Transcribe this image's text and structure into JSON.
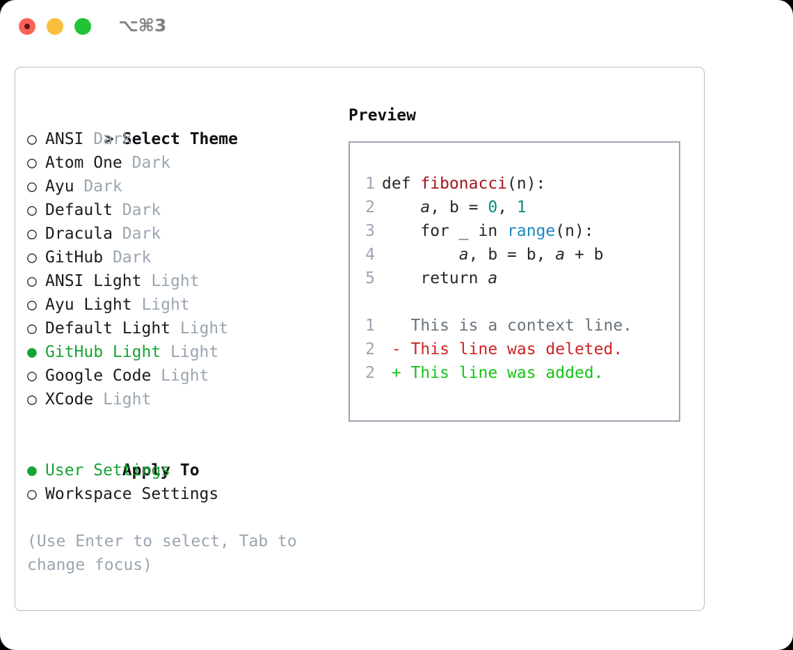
{
  "titlebar": {
    "shortcut": "⌥⌘3",
    "buttons": [
      {
        "name": "close",
        "color": "#fa6158"
      },
      {
        "name": "minimize",
        "color": "#f9be40"
      },
      {
        "name": "maximize",
        "color": "#22c436"
      }
    ]
  },
  "theme_picker": {
    "header_marker": ">",
    "header": "Select Theme",
    "items": [
      {
        "marker": "○",
        "name": "ANSI",
        "variant": "Dark",
        "selected": false
      },
      {
        "marker": "○",
        "name": "Atom One",
        "variant": "Dark",
        "selected": false
      },
      {
        "marker": "○",
        "name": "Ayu",
        "variant": "Dark",
        "selected": false
      },
      {
        "marker": "○",
        "name": "Default",
        "variant": "Dark",
        "selected": false
      },
      {
        "marker": "○",
        "name": "Dracula",
        "variant": "Dark",
        "selected": false
      },
      {
        "marker": "○",
        "name": "GitHub",
        "variant": "Dark",
        "selected": false
      },
      {
        "marker": "○",
        "name": "ANSI Light",
        "variant": "Light",
        "selected": false
      },
      {
        "marker": "○",
        "name": "Ayu Light",
        "variant": "Light",
        "selected": false
      },
      {
        "marker": "○",
        "name": "Default Light",
        "variant": "Light",
        "selected": false
      },
      {
        "marker": "●",
        "name": "GitHub Light",
        "variant": "Light",
        "selected": true
      },
      {
        "marker": "○",
        "name": "Google Code",
        "variant": "Light",
        "selected": false
      },
      {
        "marker": "○",
        "name": "XCode",
        "variant": "Light",
        "selected": false
      }
    ]
  },
  "apply_to": {
    "header": "Apply To",
    "items": [
      {
        "marker": "●",
        "name": "User Settings",
        "selected": true
      },
      {
        "marker": "○",
        "name": "Workspace Settings",
        "selected": false
      }
    ]
  },
  "hint": "(Use Enter to select, Tab to\nchange focus)",
  "preview": {
    "title": "Preview",
    "code_lines": [
      {
        "num": "1",
        "segments": [
          {
            "text": "def ",
            "style": "plain"
          },
          {
            "text": "fibonacci",
            "style": "fn"
          },
          {
            "text": "(n):",
            "style": "plain"
          }
        ]
      },
      {
        "num": "2",
        "segments": [
          {
            "text": "    ",
            "style": "plain"
          },
          {
            "text": "a",
            "style": "var"
          },
          {
            "text": ", b = ",
            "style": "plain"
          },
          {
            "text": "0",
            "style": "num"
          },
          {
            "text": ", ",
            "style": "plain"
          },
          {
            "text": "1",
            "style": "num"
          }
        ]
      },
      {
        "num": "3",
        "segments": [
          {
            "text": "    for _ in ",
            "style": "plain"
          },
          {
            "text": "range",
            "style": "kw"
          },
          {
            "text": "(n):",
            "style": "plain"
          }
        ]
      },
      {
        "num": "4",
        "segments": [
          {
            "text": "        ",
            "style": "plain"
          },
          {
            "text": "a",
            "style": "var"
          },
          {
            "text": ", b = b, ",
            "style": "plain"
          },
          {
            "text": "a",
            "style": "var"
          },
          {
            "text": " + b",
            "style": "plain"
          }
        ]
      },
      {
        "num": "5",
        "segments": [
          {
            "text": "    return ",
            "style": "plain"
          },
          {
            "text": "a",
            "style": "var"
          }
        ]
      }
    ],
    "diff_lines": [
      {
        "num": "1",
        "sign": " ",
        "text": "This is a context line.",
        "kind": "context"
      },
      {
        "num": "2",
        "sign": "-",
        "text": "This line was deleted.",
        "kind": "deleted"
      },
      {
        "num": "2",
        "sign": "+",
        "text": "This line was added.",
        "kind": "added"
      }
    ]
  },
  "colors": {
    "accent_green": "#17a333",
    "dim_text": "#9aa5b1",
    "code_fn": "#a3151b",
    "code_num": "#0f8a80",
    "code_kw": "#1a88c2",
    "diff_deleted": "#cf2222",
    "diff_added": "#15c415",
    "panel_border": "#b4bcc9"
  }
}
